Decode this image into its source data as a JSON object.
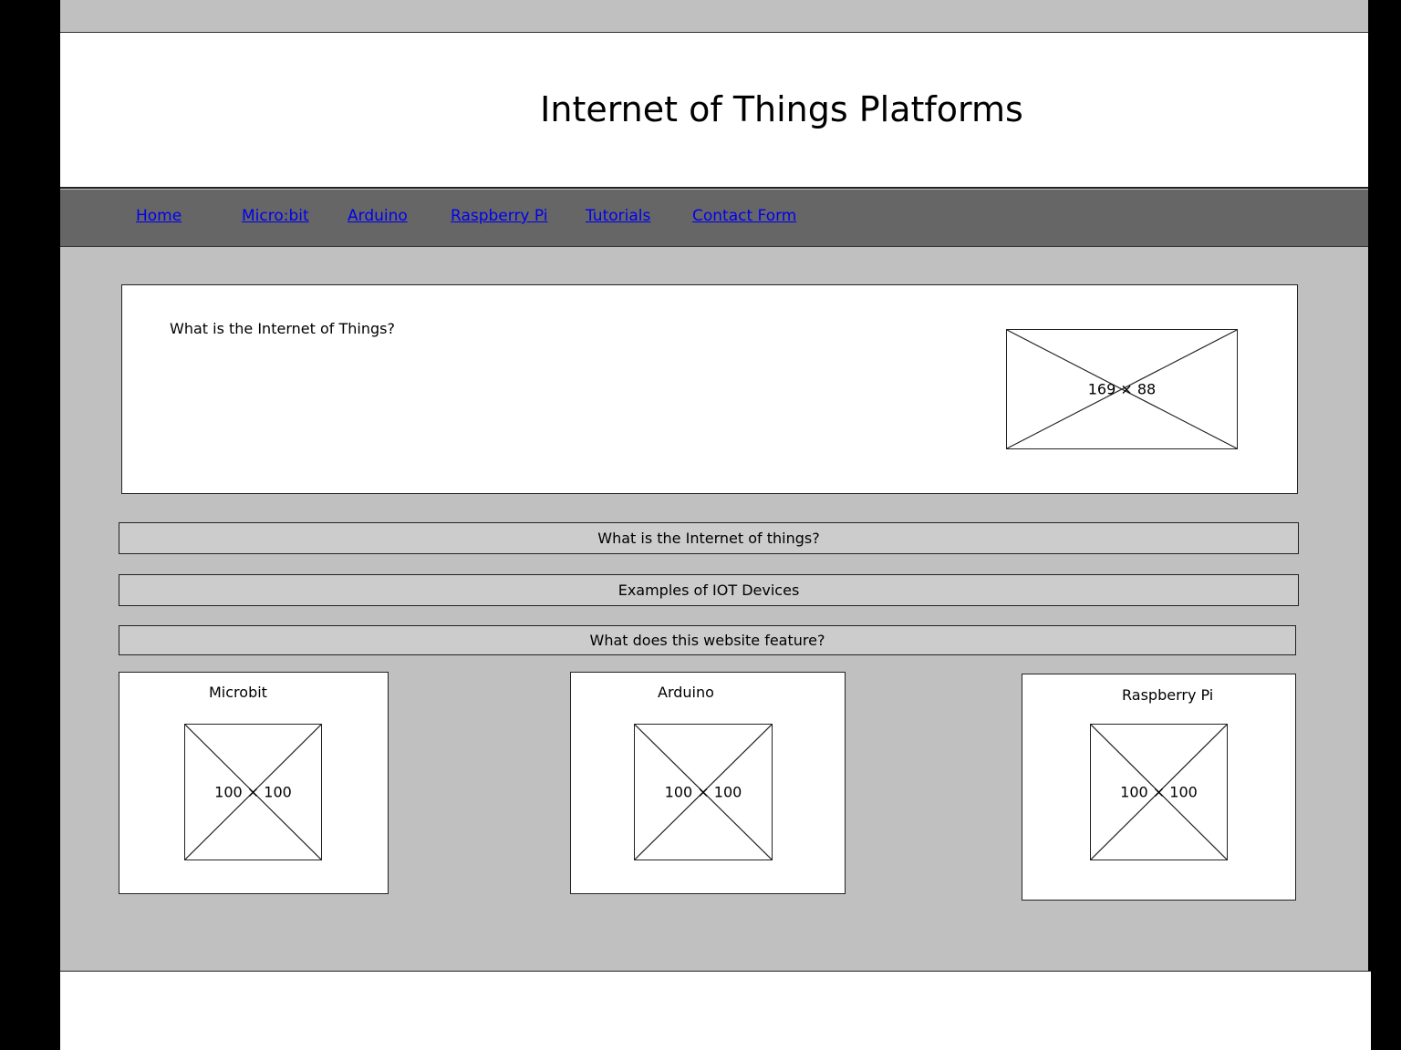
{
  "header": {
    "title": "Internet of Things Platforms"
  },
  "nav": {
    "links": [
      {
        "label": "Home"
      },
      {
        "label": "Micro:bit"
      },
      {
        "label": "Arduino"
      },
      {
        "label": "Raspberry Pi"
      },
      {
        "label": "Tutorials"
      },
      {
        "label": "Contact Form"
      }
    ]
  },
  "intro": {
    "text": "What is the Internet of Things?",
    "image_label": "169 × 88"
  },
  "accordions": [
    {
      "label": "What is the Internet of things?"
    },
    {
      "label": "Examples of IOT Devices"
    },
    {
      "label": "What does this website feature?"
    }
  ],
  "cards": [
    {
      "title": "Microbit",
      "image_label": "100 × 100"
    },
    {
      "title": "Arduino",
      "image_label": "100 × 100"
    },
    {
      "title": "Raspberry Pi",
      "image_label": "100 × 100"
    }
  ],
  "colors": {
    "background": "#c0c0c0",
    "navbar": "#666666",
    "link": "#0000ee",
    "accordion": "#cccccc",
    "outer": "#000000"
  }
}
